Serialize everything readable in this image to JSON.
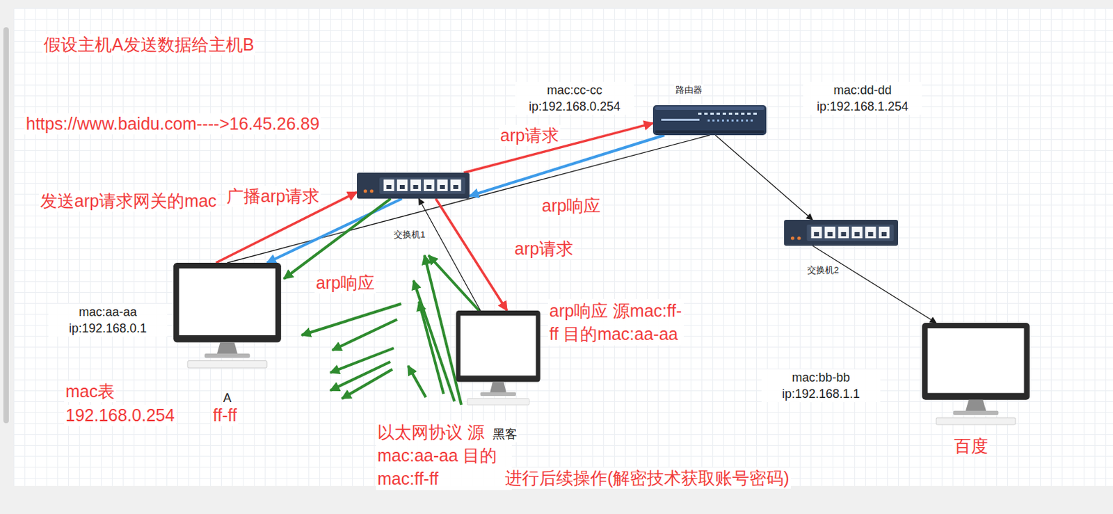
{
  "diagram": {
    "title": "假设主机A发送数据给主机B",
    "nodes": [
      {
        "text": [
          "路由器"
        ]
      },
      {
        "text": [
          "交换机1"
        ]
      },
      {
        "text": [
          "交换机2"
        ]
      },
      {
        "text": [
          "A"
        ]
      },
      {
        "text": [
          "黑客"
        ]
      },
      {
        "text": [
          "百度"
        ]
      }
    ],
    "edges": [
      {
        "from": 3,
        "to": 0,
        "arrow": "none"
      },
      {
        "from": 3,
        "to": 1,
        "label": "广播arp请求",
        "arrow": "to"
      },
      {
        "from": 1,
        "to": 0,
        "label": "arp请求",
        "arrow": "to"
      },
      {
        "from": 0,
        "to": 1,
        "label": "arp响应",
        "arrow": "to"
      },
      {
        "from": 1,
        "to": 3,
        "arrow": "to"
      },
      {
        "from": 1,
        "to": 3,
        "label": "arp响应",
        "arrow": "to"
      },
      {
        "from": 1,
        "to": 4,
        "label": "arp请求",
        "arrow": "to"
      },
      {
        "from": 4,
        "to": 1,
        "arrow": "to"
      },
      {
        "from": 0,
        "to": 2,
        "arrow": "to"
      },
      {
        "from": 2,
        "to": 5,
        "arrow": "to"
      }
    ],
    "labels": [
      "https://www.baidu.com---->16.45.26.89",
      "发送arp请求网关的mac",
      "mac:cc-cc ip:192.168.0.254",
      "mac:dd-dd ip:192.168.1.254",
      "mac:aa-aa ip:192.168.0.1",
      "mac:bb-bb ip:192.168.1.1",
      "arp响应 源mac:ff-ff 目的mac:aa-aa",
      "mac表",
      "192.168.0.254",
      "ff-ff",
      "以太网协议 源mac:aa-aa 目的mac:ff-ff",
      "进行后续操作(解密技术获取账号密码)"
    ]
  }
}
